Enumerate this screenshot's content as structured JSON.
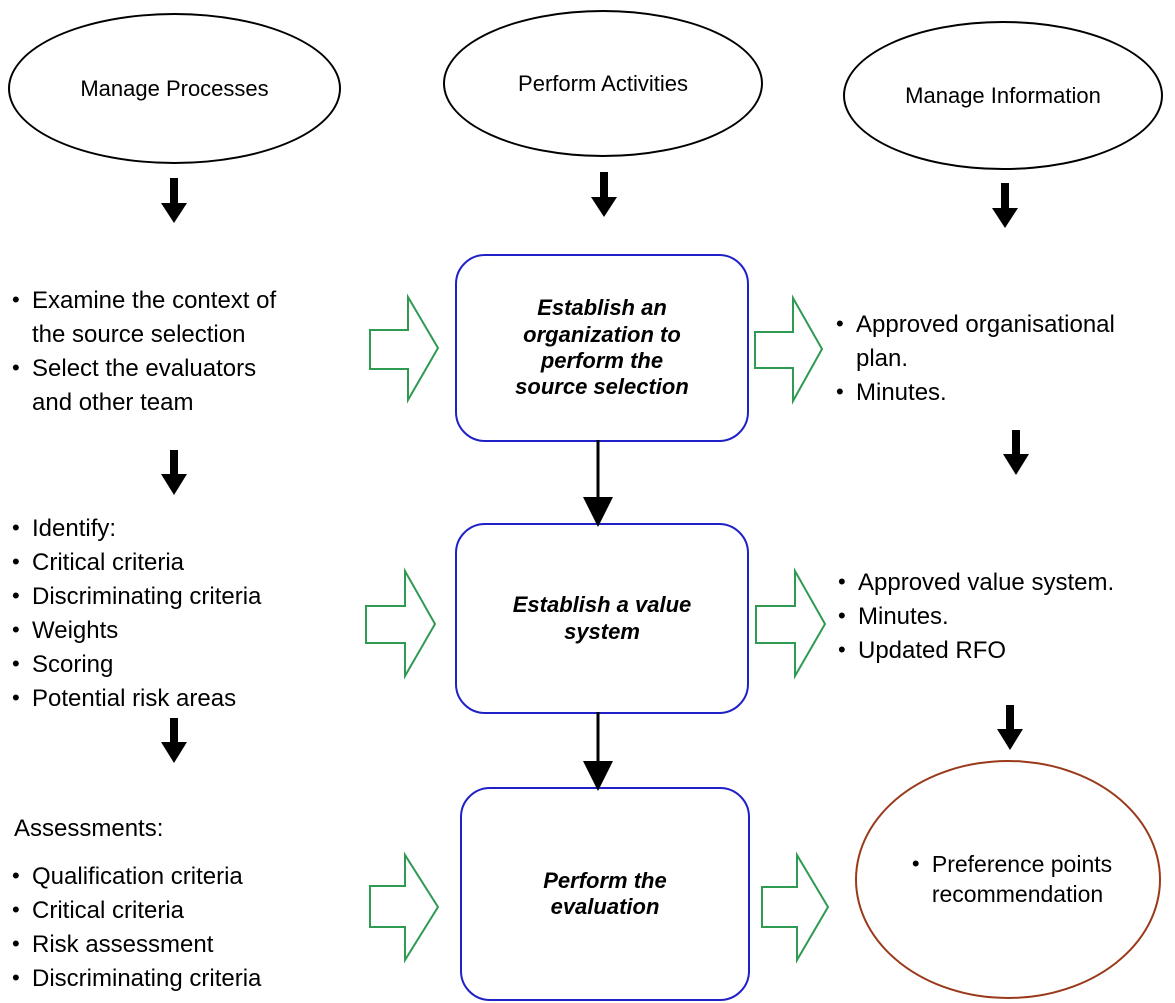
{
  "headers": {
    "manage_processes": "Manage Processes",
    "perform_activities": "Perform Activities",
    "manage_information": "Manage Information"
  },
  "activities": {
    "organization": [
      "Establish an",
      "organization to",
      "perform the",
      "source selection"
    ],
    "value_system": [
      "Establish a value",
      "system"
    ],
    "evaluation": [
      "Perform the",
      "evaluation"
    ]
  },
  "processes": {
    "group1": [
      {
        "text": "Examine the context of",
        "bullet": true
      },
      {
        "text": "the source selection",
        "bullet": false
      },
      {
        "text": "Select the evaluators",
        "bullet": true
      },
      {
        "text": "and other team",
        "bullet": false
      }
    ],
    "group2": [
      "Identify:",
      "Critical criteria",
      "Discriminating criteria",
      "Weights",
      "Scoring",
      "Potential risk areas"
    ],
    "group3_title": "Assessments:",
    "group3": [
      "Qualification criteria",
      "Critical criteria",
      "Risk assessment",
      "Discriminating criteria"
    ]
  },
  "information": {
    "group1": [
      {
        "text": "Approved organisational",
        "bullet": true
      },
      {
        "text": "plan.",
        "bullet": false
      },
      {
        "text": "Minutes.",
        "bullet": true
      }
    ],
    "group2": [
      "Approved value system.",
      "Minutes.",
      "Updated RFO"
    ],
    "recommendation": [
      "Preference points",
      "recommendation"
    ]
  },
  "colors": {
    "box_border": "#2020c8",
    "hollow_arrow": "#2e9a52",
    "recommendation_border": "#9a3a1a"
  }
}
